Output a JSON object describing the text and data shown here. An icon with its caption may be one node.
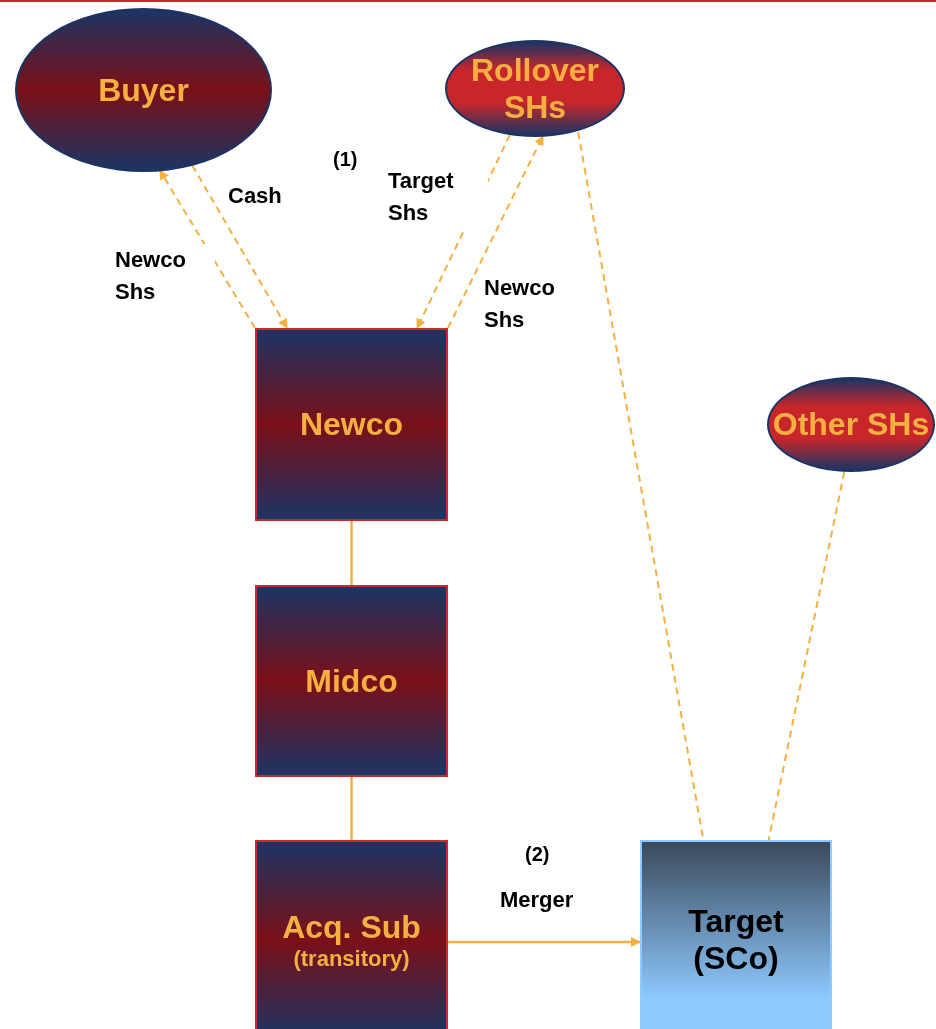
{
  "diagram": {
    "nodes": [
      {
        "text": [
          "Buyer"
        ]
      },
      {
        "text": [
          "Rollover SHs"
        ]
      },
      {
        "text": [
          "Newco"
        ]
      },
      {
        "text": [
          "Midco"
        ]
      },
      {
        "text": [
          "Acq. Sub",
          "(transitory)"
        ]
      },
      {
        "text": [
          "Other SHs"
        ]
      },
      {
        "text": [
          "Target (SCo)"
        ]
      }
    ],
    "edges": [
      {
        "from": 2,
        "to": 0,
        "arrow": "to",
        "label": "Newco Shs",
        "style": "dashed"
      },
      {
        "from": 0,
        "to": 2,
        "arrow": "to",
        "label": "Cash",
        "style": "dashed"
      },
      {
        "from": 1,
        "to": 2,
        "arrow": "to",
        "label": "Target Shs",
        "style": "dashed"
      },
      {
        "from": 2,
        "to": 1,
        "arrow": "to",
        "label": "Newco Shs",
        "style": "dashed"
      },
      {
        "from": 1,
        "to": 6,
        "arrow": "none",
        "style": "dashed"
      },
      {
        "from": 5,
        "to": 6,
        "arrow": "none",
        "style": "dashed"
      },
      {
        "from": 2,
        "to": 3,
        "arrow": "none"
      },
      {
        "from": 3,
        "to": 4,
        "arrow": "none"
      },
      {
        "from": 4,
        "to": 6,
        "arrow": "to",
        "label": "Merger"
      }
    ],
    "labels": [
      "(1)",
      "(2)"
    ]
  }
}
